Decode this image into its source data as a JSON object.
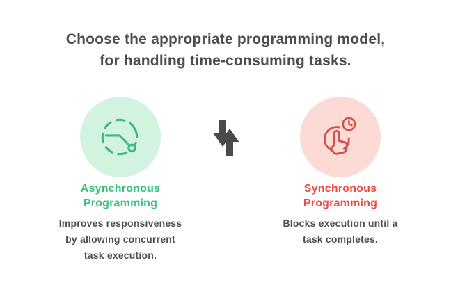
{
  "title": {
    "line1": "Choose the appropriate programming model,",
    "line2": "for handling time-consuming tasks."
  },
  "left_panel": {
    "icon": "dashed-timer-clock-icon",
    "heading_line1": "Asynchronous",
    "heading_line2": "Programming",
    "description_lines": [
      "Improves responsiveness",
      "by allowing concurrent",
      "task execution."
    ]
  },
  "right_panel": {
    "icon": "hand-click-with-clock-icon",
    "heading_line1": "Synchronous",
    "heading_line2": "Programming",
    "description_lines": [
      "Blocks execution until a",
      "task completes."
    ]
  },
  "divider": {
    "icon": "compare-arrows-icon"
  },
  "colors": {
    "title_text": "#4d4d4d",
    "body_text": "#4e4e4e",
    "async_accent": "#38c17e",
    "async_circle_fill": "#d1f3e0",
    "async_icon_stroke": "#3eb97c",
    "sync_accent": "#ed4a42",
    "sync_circle_fill": "#fcdad6",
    "sync_icon_stroke": "#d5504b",
    "divider_icon_color": "#4a4a4a",
    "background": "#ffffff"
  }
}
